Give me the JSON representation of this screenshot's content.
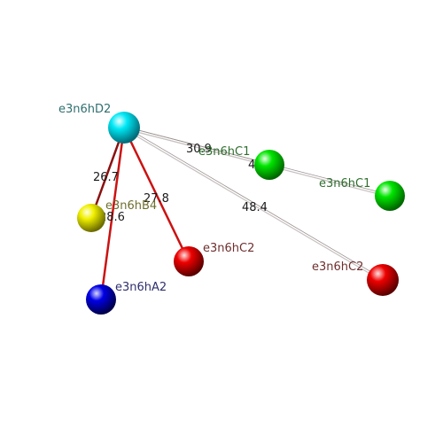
{
  "colors": {
    "cyan": "#00d8e8",
    "green": "#00dd00",
    "yellow": "#e6e600",
    "red": "#dd0000",
    "blue": "#0000cc",
    "bond_red": "#cc1111",
    "bond_dark": "#8b1010",
    "bond_grey": "#c8c0c0",
    "label_teal": "#2f6f6f",
    "label_green": "#2f6f2f",
    "label_olive": "#6f6f2f",
    "label_maroon": "#6f2f2f",
    "label_navy": "#2f2f6f"
  },
  "nodes": [
    {
      "id": "D2",
      "label": "e3n6hD2",
      "color": "cyan"
    },
    {
      "id": "C1a",
      "label": "e3n6hC1",
      "color": "green"
    },
    {
      "id": "C1b",
      "label": "e3n6hC1",
      "color": "green"
    },
    {
      "id": "B4",
      "label": "e3n6hB4",
      "color": "yellow"
    },
    {
      "id": "C2a",
      "label": "e3n6hC2",
      "color": "red"
    },
    {
      "id": "C2b",
      "label": "e3n6hC2",
      "color": "red"
    },
    {
      "id": "A2",
      "label": "e3n6hA2",
      "color": "blue"
    }
  ],
  "edges": [
    {
      "from": "D2",
      "to": "C1a",
      "label": "30.9",
      "style": "grey"
    },
    {
      "from": "D2",
      "to": "C1b",
      "label": "47.0",
      "style": "grey"
    },
    {
      "from": "D2",
      "to": "C2b",
      "label": "48.4",
      "style": "grey"
    },
    {
      "from": "D2",
      "to": "B4",
      "label": "26.7",
      "style": "dark"
    },
    {
      "from": "D2",
      "to": "C2a",
      "label": "27.8",
      "style": "red"
    },
    {
      "from": "D2",
      "to": "A2",
      "label": "28.6",
      "style": "red"
    }
  ]
}
